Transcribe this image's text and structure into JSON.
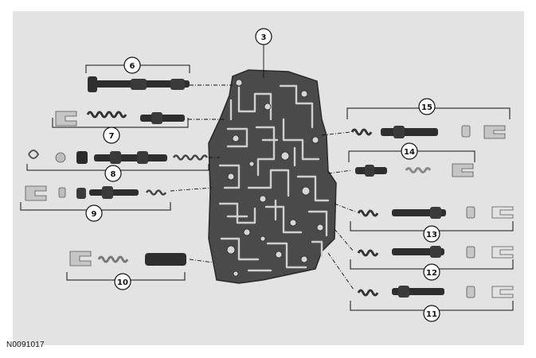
{
  "figure": {
    "id": "N0091017",
    "callouts": [
      {
        "key": "c3",
        "label": "3"
      },
      {
        "key": "c6",
        "label": "6"
      },
      {
        "key": "c7",
        "label": "7"
      },
      {
        "key": "c8",
        "label": "8"
      },
      {
        "key": "c9",
        "label": "9"
      },
      {
        "key": "c10",
        "label": "10"
      },
      {
        "key": "c11",
        "label": "11"
      },
      {
        "key": "c12",
        "label": "12"
      },
      {
        "key": "c13",
        "label": "13"
      },
      {
        "key": "c14",
        "label": "14"
      },
      {
        "key": "c15",
        "label": "15"
      }
    ]
  },
  "colors": {
    "background": "#e8e8e8",
    "body": "#4a4a4a",
    "channel": "#cfcfcf",
    "part_dark": "#2e2e2e",
    "part_light": "#bdbdbd",
    "leader": "#111111"
  }
}
